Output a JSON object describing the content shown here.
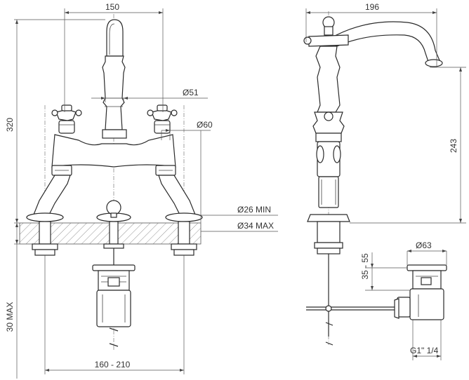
{
  "front_view": {
    "dim_width": "150",
    "dim_height": "320",
    "dim_base": "30 MAX",
    "dim_centers": "160 - 210",
    "dim_d51": "Ø51",
    "dim_d60": "Ø60",
    "dim_hole_min": "Ø26 MIN",
    "dim_hole_max": "Ø34 MAX"
  },
  "side_view": {
    "dim_reach": "196",
    "dim_spout_height": "243",
    "dim_d63": "Ø63",
    "dim_stroke": "35 - 55",
    "dim_thread": "G1\" 1/4"
  }
}
